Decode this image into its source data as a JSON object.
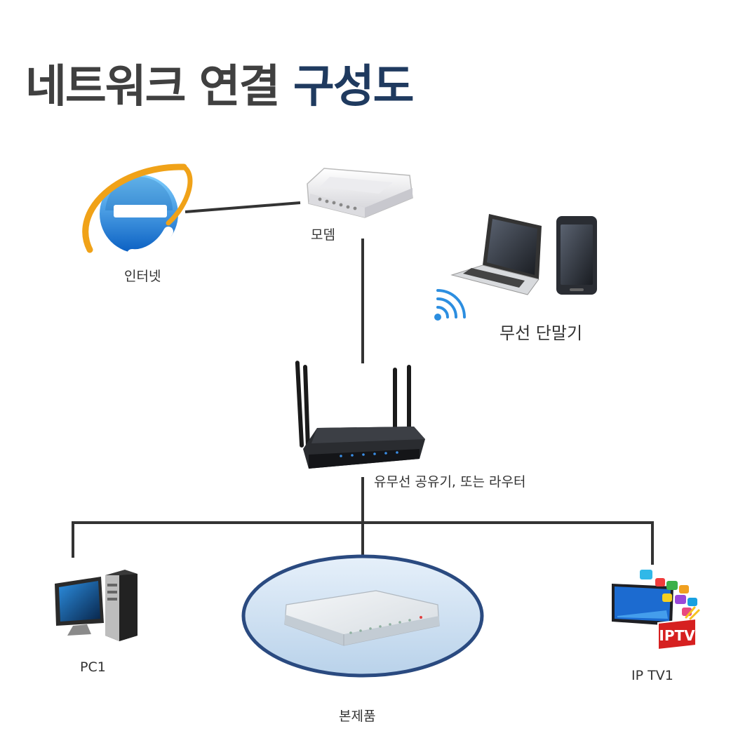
{
  "title": {
    "main": "네트워크 연결 ",
    "accent": "구성도"
  },
  "colors": {
    "title": "#404040",
    "accent": "#1f3a5f",
    "line": "#333333",
    "ellipse_stroke": "#2a4a80",
    "ellipse_fill": "#cfe0f0"
  },
  "nodes": {
    "internet": {
      "label": "인터넷",
      "icon": "internet-explorer-icon"
    },
    "modem": {
      "label": "모뎀",
      "icon": "modem-icon"
    },
    "wireless": {
      "label": "무선 단말기",
      "icon": "laptop-phone-icon"
    },
    "router": {
      "label": "유무선 공유기, 또는 라우터",
      "icon": "router-icon"
    },
    "pc": {
      "label": "PC1",
      "icon": "desktop-pc-icon"
    },
    "product": {
      "label": "본제품",
      "icon": "switch-device-icon"
    },
    "iptv": {
      "label": "IP TV1",
      "icon": "iptv-icon",
      "badge": "IPTV"
    }
  }
}
